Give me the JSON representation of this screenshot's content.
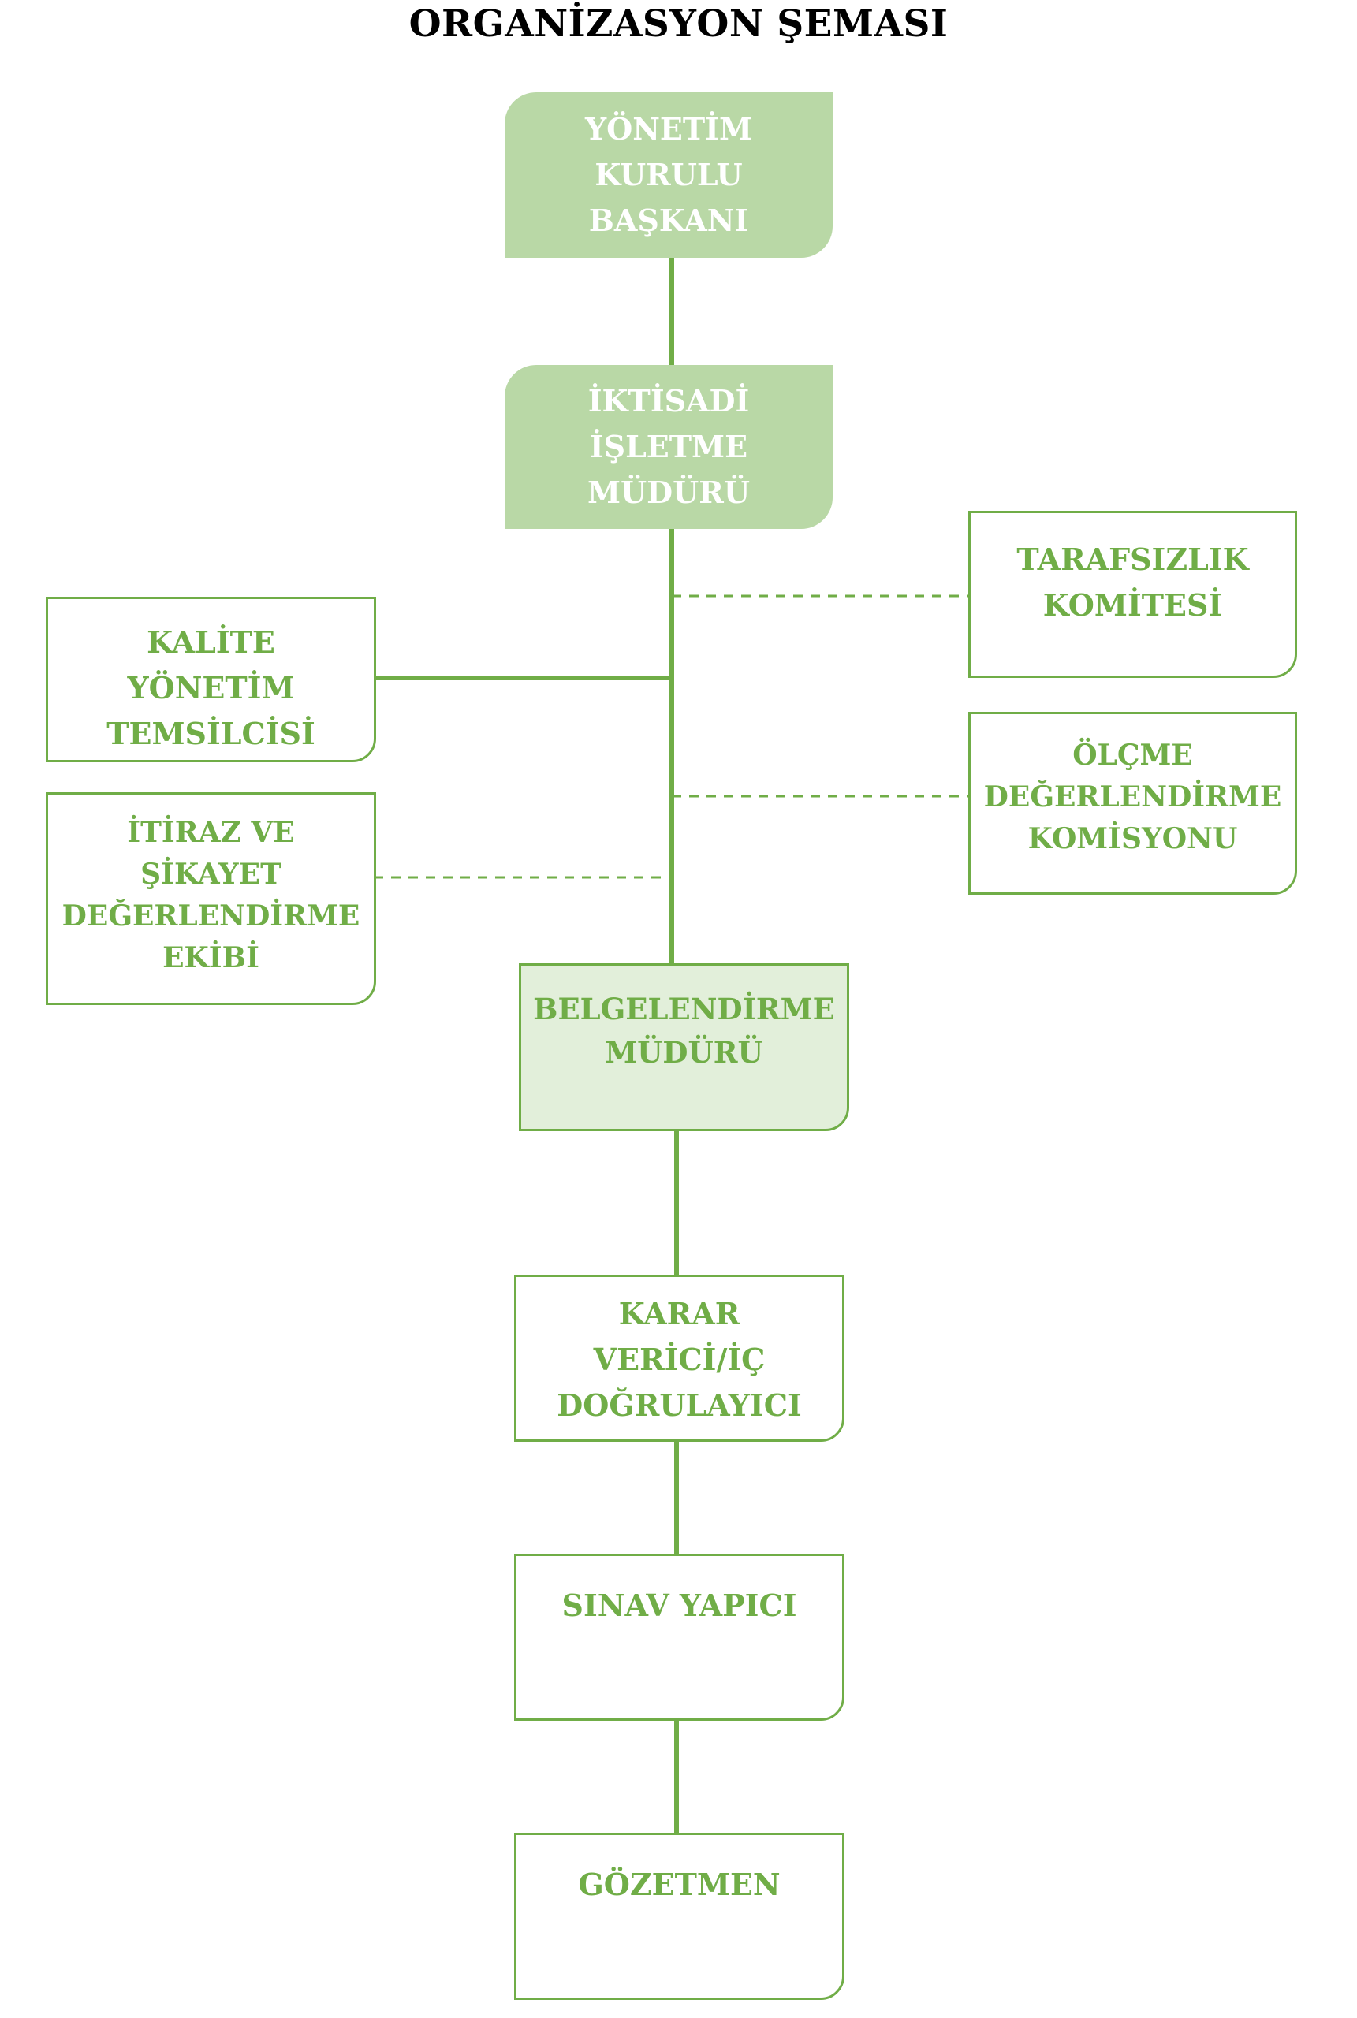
{
  "title": "ORGANİZASYON ŞEMASI",
  "colors": {
    "accent": "#70ad47",
    "filled_box": "#b9d8a6",
    "light_box": "#e2efda",
    "filled_text": "#ffffff",
    "title_text": "#000000"
  },
  "nodes": {
    "yonetim_kurulu_baskani": [
      "YÖNETİM",
      "KURULU",
      "BAŞKANI"
    ],
    "iktisadi_isletme_muduru": [
      "İKTİSADİ",
      "İŞLETME",
      "MÜDÜRÜ"
    ],
    "tarafsizlik_komitesi": [
      "TARAFSIZLIK",
      "KOMİTESİ"
    ],
    "kalite_yonetim_temsilcisi": [
      "KALİTE",
      "YÖNETİM",
      "TEMSİLCİSİ"
    ],
    "olcme_degerlendirme_komisyonu": [
      "ÖLÇME",
      "DEĞERLENDİRME",
      "KOMİSYONU"
    ],
    "itiraz_sikayet_ekibi": [
      "İTİRAZ VE",
      "ŞİKAYET",
      "DEĞERLENDİRME",
      "EKİBİ"
    ],
    "belgelendirme_muduru": [
      "BELGELENDİRME",
      "MÜDÜRÜ"
    ],
    "karar_verici": [
      "KARAR",
      "VERİCİ/İÇ",
      "DOĞRULAYICI"
    ],
    "sinav_yapici": [
      "SINAV YAPICI"
    ],
    "gozetmen": [
      "GÖZETMEN"
    ]
  },
  "relations": [
    {
      "from": "yonetim_kurulu_baskani",
      "to": "iktisadi_isletme_muduru",
      "style": "solid"
    },
    {
      "from": "iktisadi_isletme_muduru",
      "to": "belgelendirme_muduru",
      "style": "solid"
    },
    {
      "from": "iktisadi_isletme_muduru",
      "to": "kalite_yonetim_temsilcisi",
      "style": "solid"
    },
    {
      "from": "iktisadi_isletme_muduru",
      "to": "tarafsizlik_komitesi",
      "style": "dashed"
    },
    {
      "from": "iktisadi_isletme_muduru",
      "to": "olcme_degerlendirme_komisyonu",
      "style": "dashed"
    },
    {
      "from": "iktisadi_isletme_muduru",
      "to": "itiraz_sikayet_ekibi",
      "style": "dashed"
    },
    {
      "from": "belgelendirme_muduru",
      "to": "karar_verici",
      "style": "solid"
    },
    {
      "from": "karar_verici",
      "to": "sinav_yapici",
      "style": "solid"
    },
    {
      "from": "sinav_yapici",
      "to": "gozetmen",
      "style": "solid"
    }
  ]
}
